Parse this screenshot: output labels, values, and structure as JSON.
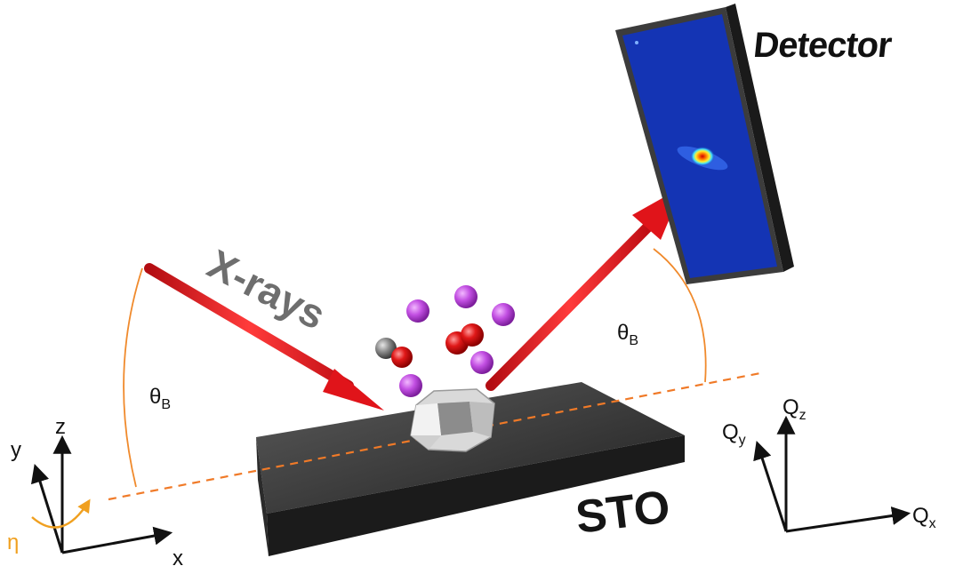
{
  "labels": {
    "detector": "Detector",
    "xrays": "X-rays",
    "substrate": "STO",
    "theta": "θ",
    "theta_sub": "B",
    "axes_left": {
      "x": "x",
      "y": "y",
      "z": "z",
      "eta": "η"
    },
    "axes_right": {
      "q": "Q",
      "qx_sub": "x",
      "qy_sub": "y",
      "qz_sub": "z"
    }
  },
  "colors": {
    "beam": "#e0141a",
    "angle_arc": "#f08a2c",
    "dashed_line": "#f07a28",
    "eta_arrow": "#f0a020",
    "detector_bg": "#1434b4",
    "detector_frame": "#2a2a2a",
    "substrate_top": "#3a3a3a",
    "substrate_side": "#1e1e1e",
    "atom_purple": "#c050e0",
    "atom_red": "#e01818",
    "atom_gray": "#8a8a8a"
  }
}
